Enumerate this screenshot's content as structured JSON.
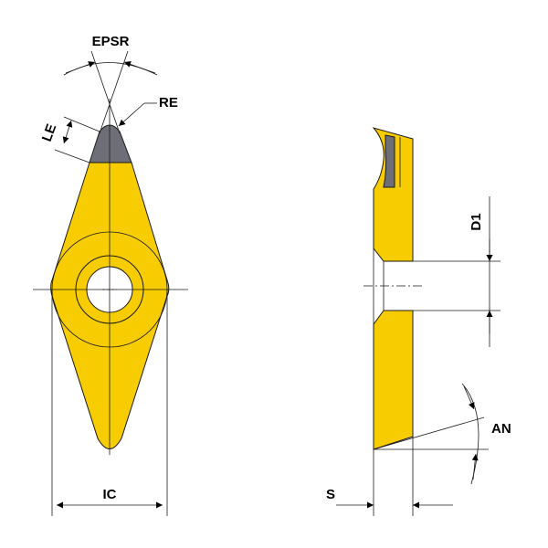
{
  "labels": {
    "epsr": "EPSR",
    "re": "RE",
    "le": "LE",
    "ic": "IC",
    "d1": "D1",
    "an": "AN",
    "s": "S"
  },
  "colors": {
    "insert_body": "#F7CC00",
    "cutting_tip": "#6E6E78",
    "line": "#1A1A1A",
    "background": "#FFFFFF"
  }
}
